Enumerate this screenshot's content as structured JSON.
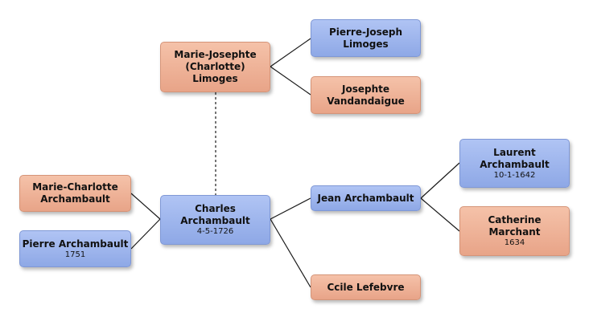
{
  "people": {
    "marie_josephte": {
      "name": "Marie-Josephte\n(Charlotte)\nLimoges",
      "date": ""
    },
    "pierre_joseph": {
      "name": "Pierre-Joseph\nLimoges",
      "date": ""
    },
    "josephte": {
      "name": "Josephte\nVandandaigue",
      "date": ""
    },
    "marie_charlotte": {
      "name": "Marie-Charlotte\nArchambault",
      "date": ""
    },
    "pierre": {
      "name": "Pierre Archambault",
      "date": "1751"
    },
    "charles": {
      "name": "Charles\nArchambault",
      "date": "4-5-1726"
    },
    "jean": {
      "name": "Jean Archambault",
      "date": ""
    },
    "laurent": {
      "name": "Laurent\nArchambault",
      "date": "10-1-1642"
    },
    "catherine": {
      "name": "Catherine\nMarchant",
      "date": "1634"
    },
    "ccile": {
      "name": "Ccile Lefebvre",
      "date": ""
    }
  },
  "colors": {
    "female_fill": "#eeb296",
    "male_fill": "#a0b6ee",
    "connector": "#1a1a1a"
  }
}
